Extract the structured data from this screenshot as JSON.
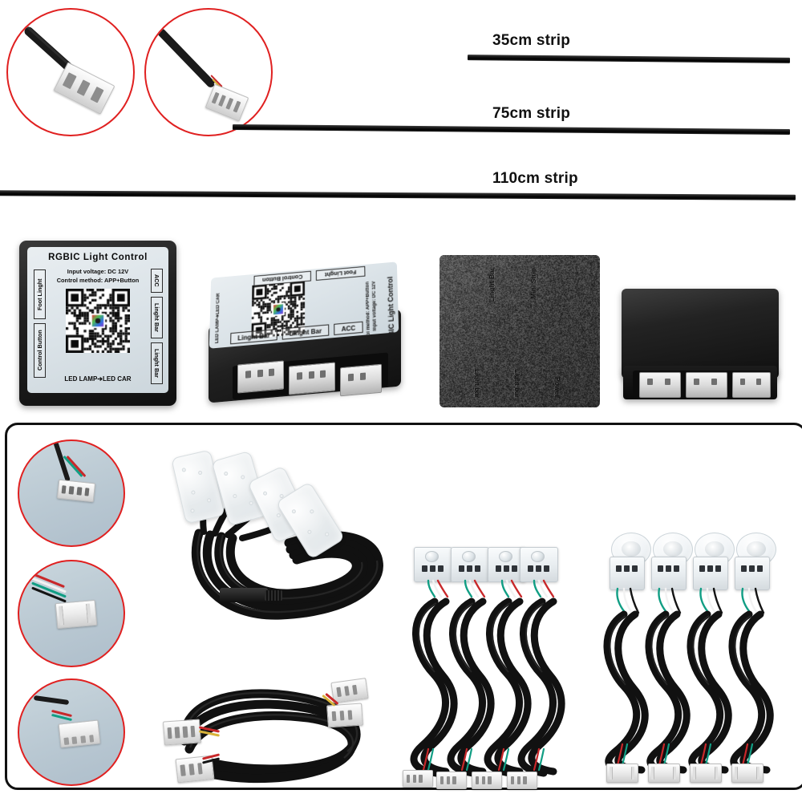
{
  "image": {
    "kind": "product-photo-collage",
    "subject": "RGBIC car interior LED ambient light kit contents",
    "background_color": "#ffffff"
  },
  "strips": [
    {
      "label": "35cm strip",
      "length_cm": 35
    },
    {
      "label": "75cm strip",
      "length_cm": 75
    },
    {
      "label": "110cm strip",
      "length_cm": 110
    }
  ],
  "controllers": {
    "main": {
      "title": "RGBIC Light Control",
      "spec_line1": "Input voltage: DC 12V",
      "spec_line2": "Control method: APP+Button",
      "footer": "LED LAMP➔LED CAR",
      "ports_left": [
        "Foot Linght",
        "Control Button"
      ],
      "ports_right": [
        "ACC",
        "Linght Bar",
        "Linght Bar"
      ],
      "ports_front": [
        "Linght Bar",
        "Linght Bar",
        "ACC"
      ]
    },
    "angled": {
      "title": "RGBIC Light Control",
      "spec_line1": "Input voltage: DC 12V",
      "spec_line2": "Control method: APP+Button",
      "footer": "LED LAMP➔LED CAR",
      "top_labels": [
        "Control Button",
        "Foot Linght"
      ],
      "front_labels": [
        "Linght Bar",
        "Linght Bar",
        "ACC"
      ]
    },
    "black_plate": {
      "labels_top": [
        "Linght Bar",
        "Mini Strip"
      ],
      "labels_bottom": [
        "Light bar",
        "Light bar",
        "Power"
      ]
    },
    "black_box": {
      "socket_count": 3
    }
  },
  "callouts": {
    "top": [
      {
        "name": "3-pin white connector with black cable"
      },
      {
        "name": "4-pin white connector with black cable"
      }
    ],
    "bottom": [
      {
        "name": "4-pin female JST connector, pin side"
      },
      {
        "name": "4-pin male JST connector, latch side"
      },
      {
        "name": "4-pin white JST connector, angled view"
      }
    ]
  },
  "parts": {
    "foot_lights": {
      "count": 4,
      "name": "LED foot light pads with coiled harness"
    },
    "mini_strip_modules": {
      "count": 4,
      "name": "mini LED strip modules with coiled wires"
    },
    "dome_lamp_modules": {
      "count": 4,
      "name": "dome lens LED lamps with coiled wires"
    },
    "extension_cable": {
      "count": 1,
      "name": "4-pin extension harness"
    }
  },
  "colors": {
    "callout_red": "#e02020",
    "panel_border": "#111111",
    "strip_black": "#111111",
    "connector_white": "#f0f0f0",
    "label_plate": "#dbe3e8",
    "wire_red": "#c8282a",
    "wire_green": "#119e84",
    "wire_white": "#f2f2f2",
    "wire_black": "#141414"
  }
}
